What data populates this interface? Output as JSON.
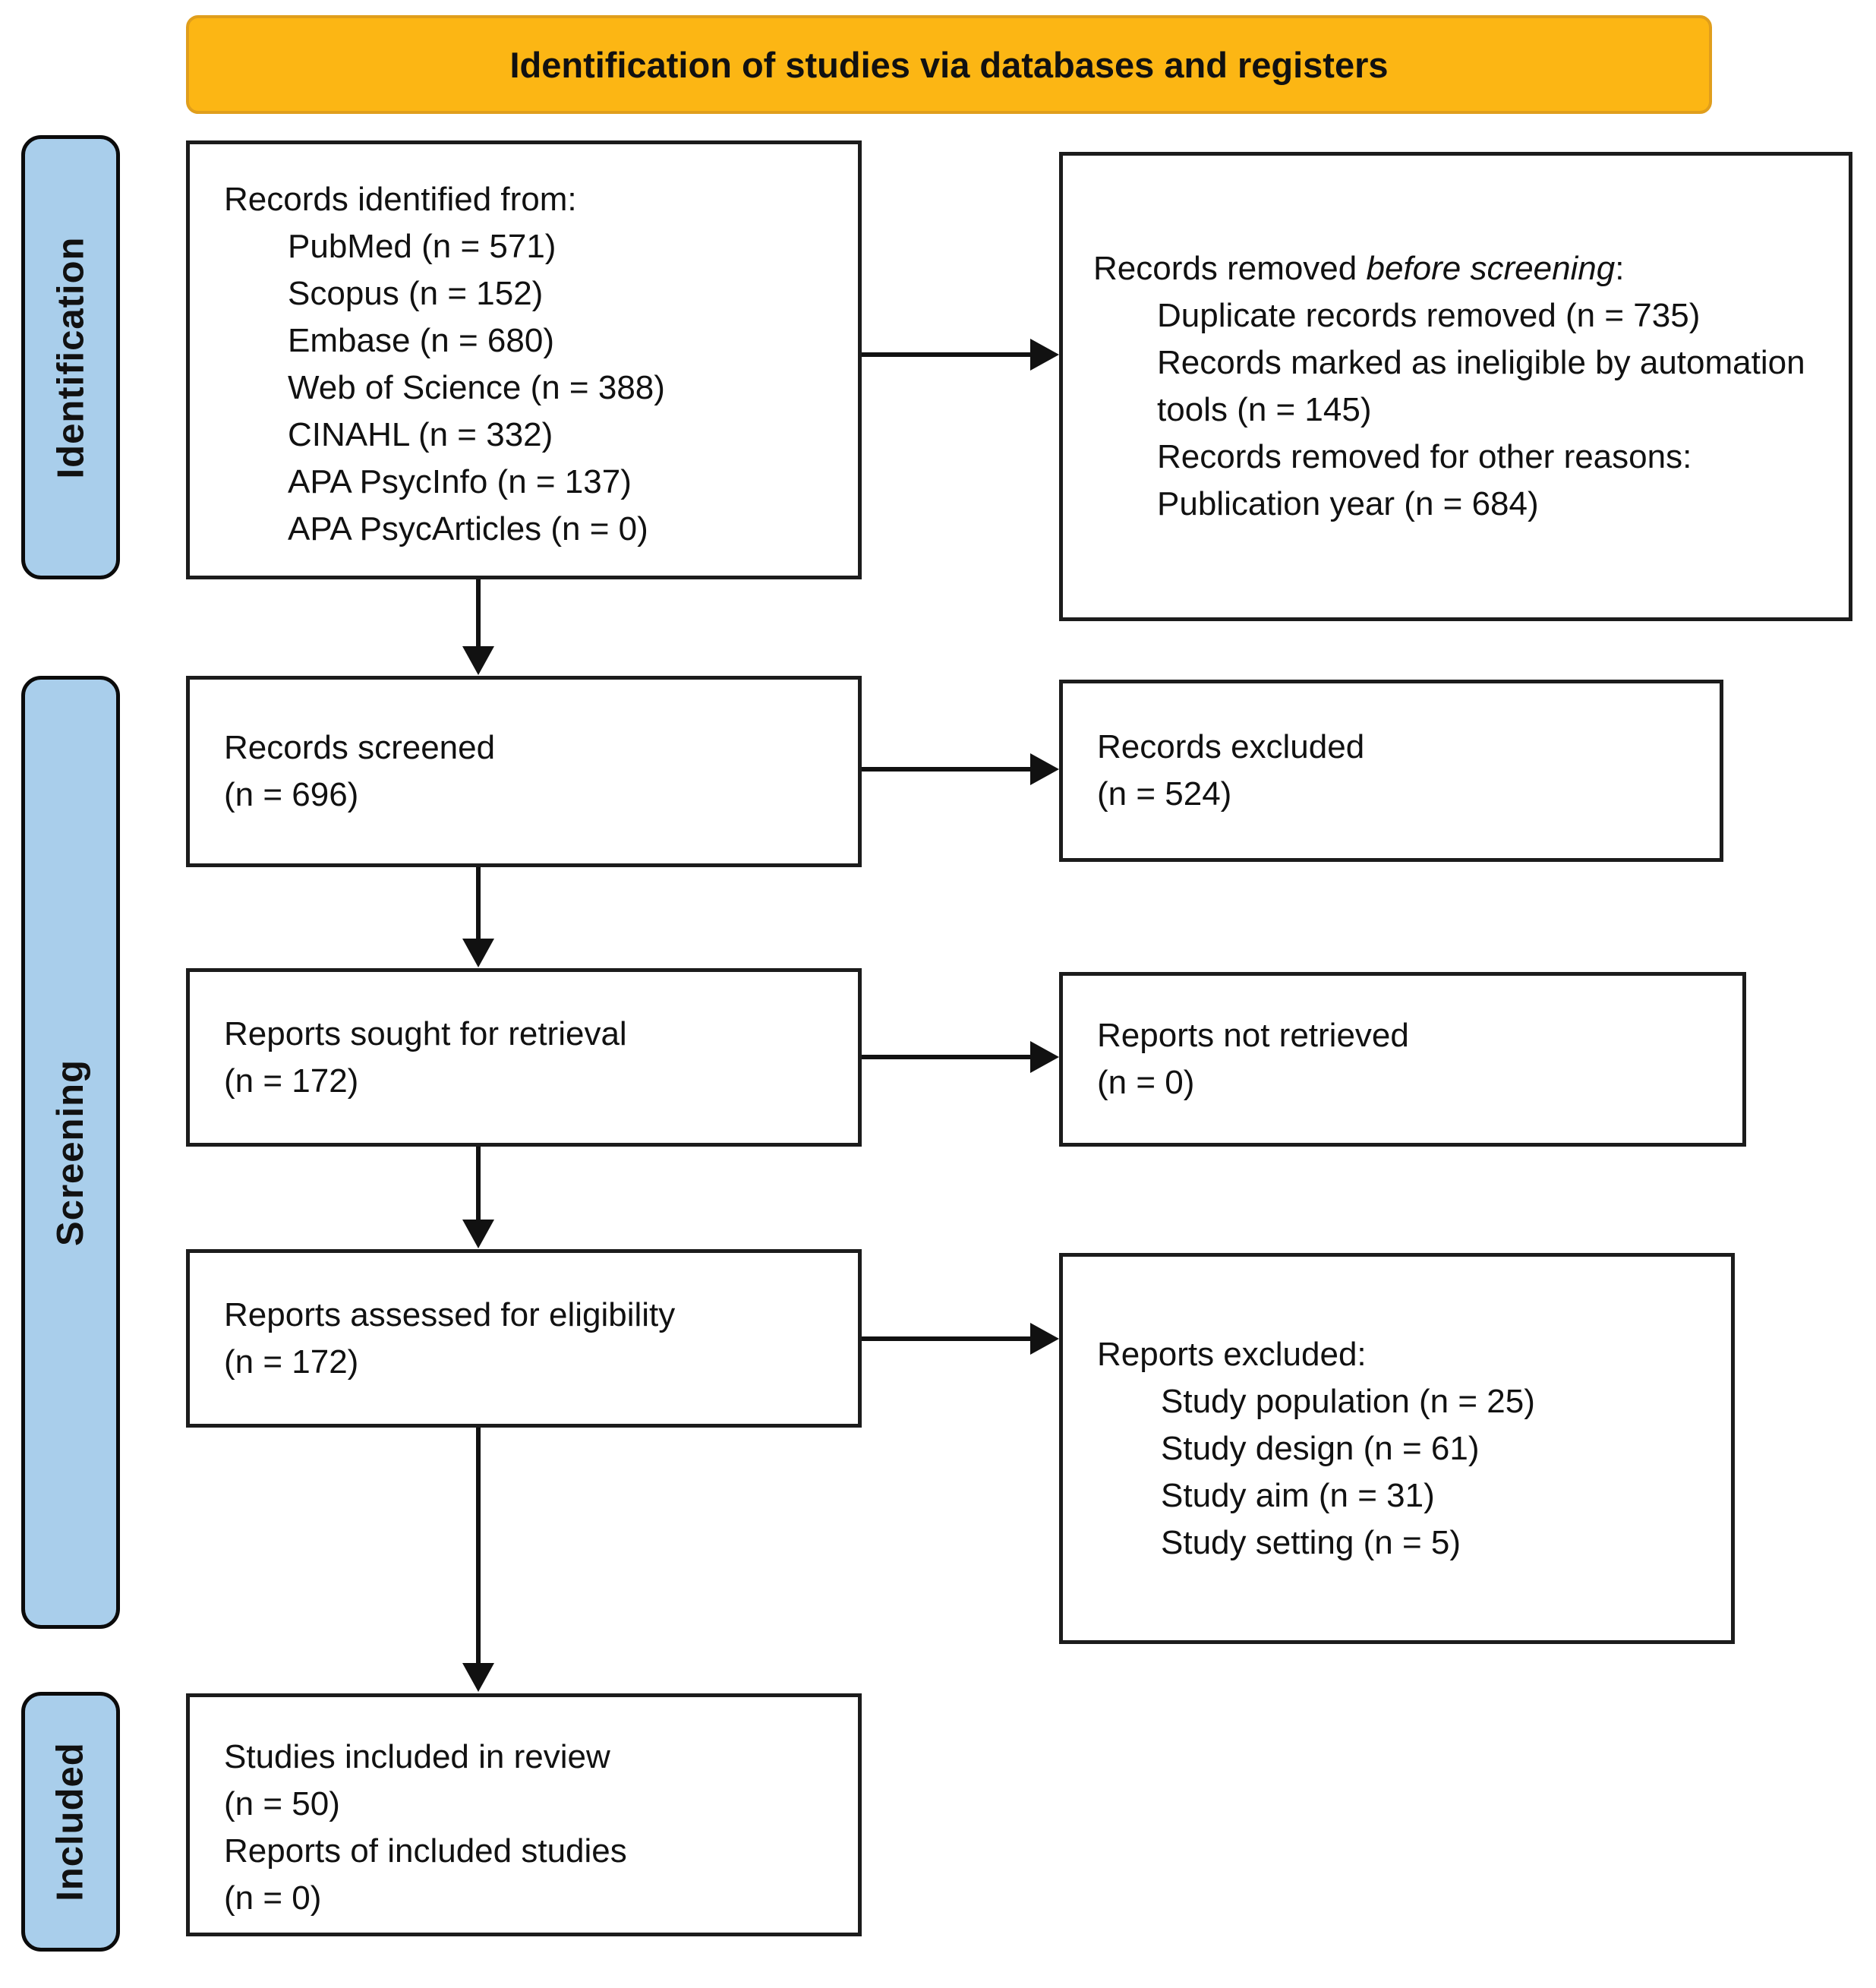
{
  "banner": {
    "label": "Identification of studies via databases and registers"
  },
  "colors": {
    "banner_bg": "#FCB614",
    "banner_border": "#E09E1C",
    "sidebar_bg": "#A9CEEB",
    "box_border": "#1C1C1C",
    "text": "#111111"
  },
  "sidebar": {
    "identification": "Identification",
    "screening": "Screening",
    "included": "Included"
  },
  "boxes": {
    "records_identified": {
      "heading": "Records identified from:",
      "items": [
        "PubMed (n = 571)",
        "Scopus (n = 152)",
        "Embase (n = 680)",
        "Web of Science (n = 388)",
        "CINAHL (n = 332)",
        "APA PsycInfo (n = 137)",
        "APA PsycArticles (n = 0)"
      ]
    },
    "records_removed": {
      "heading_prefix": "Records removed ",
      "heading_italic": "before screening",
      "heading_suffix": ":",
      "items": [
        "Duplicate records removed (n = 735)",
        "Records marked as ineligible by automation tools (n = 145)",
        "Records removed for other reasons:",
        "Publication year (n = 684)"
      ]
    },
    "records_screened": {
      "line1": "Records screened",
      "line2": "(n = 696)"
    },
    "records_excluded": {
      "line1": "Records excluded",
      "line2": "(n = 524)"
    },
    "reports_sought": {
      "line1": "Reports sought for retrieval",
      "line2": "(n = 172)"
    },
    "reports_not_retrieved": {
      "line1": "Reports not retrieved",
      "line2": "(n = 0)"
    },
    "reports_assessed": {
      "line1": "Reports assessed for eligibility",
      "line2": "(n = 172)"
    },
    "reports_excluded": {
      "heading": "Reports excluded:",
      "items": [
        "Study population (n = 25)",
        "Study design (n = 61)",
        "Study aim (n = 31)",
        "Study setting (n = 5)"
      ]
    },
    "studies_included": {
      "lines": [
        "Studies included in review",
        "(n = 50)",
        "Reports of included studies",
        "(n = 0)"
      ]
    }
  }
}
